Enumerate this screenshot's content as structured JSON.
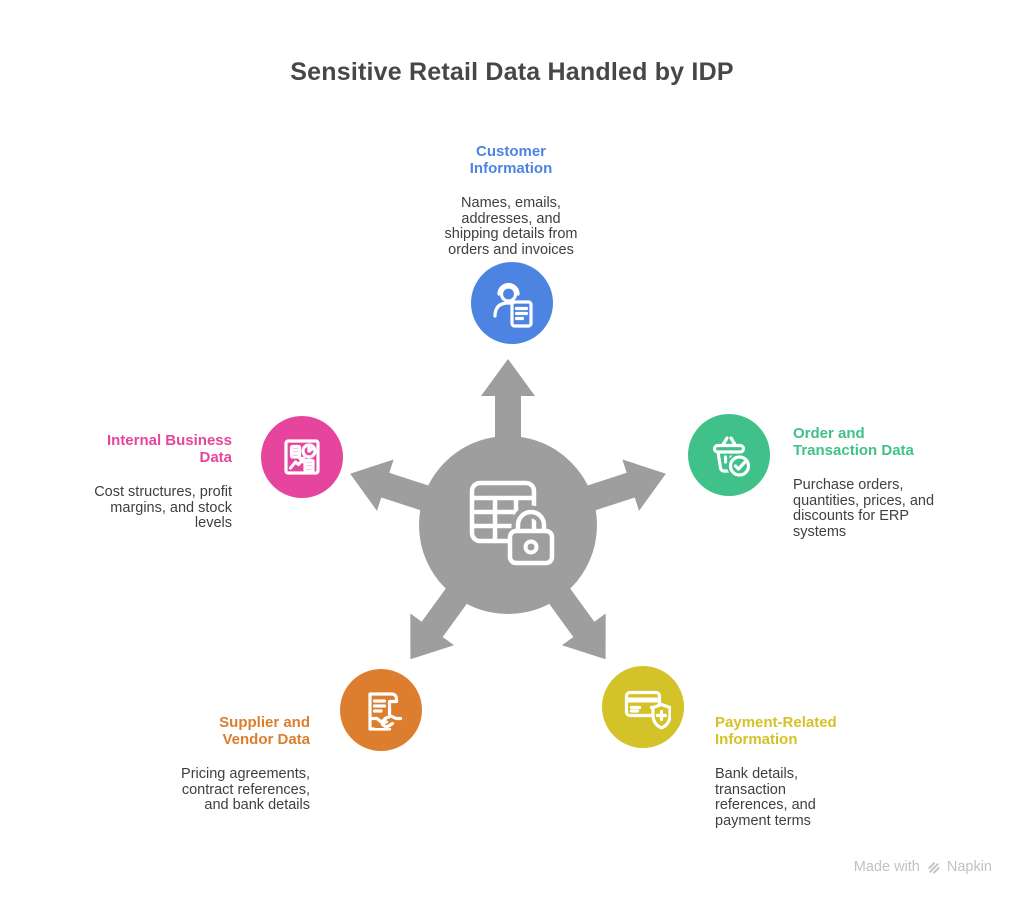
{
  "title": "Sensitive Retail Data Handled by IDP",
  "hub": {
    "color": "#9e9e9e",
    "icon": "data-table-lock-icon"
  },
  "nodes": {
    "customer": {
      "label_lines": [
        "Customer",
        "Information"
      ],
      "desc_lines": [
        "Names, emails,",
        "addresses, and",
        "shipping details from",
        "orders and invoices"
      ],
      "color": "#4d84e2",
      "icon": "person-document-icon",
      "position": "top"
    },
    "internal": {
      "label_lines": [
        "Internal Business",
        "Data"
      ],
      "desc_lines": [
        "Cost structures, profit",
        "margins, and stock",
        "levels"
      ],
      "color": "#e5459d",
      "icon": "dashboard-charts-icon",
      "position": "left"
    },
    "order": {
      "label_lines": [
        "Order and",
        "Transaction Data"
      ],
      "desc_lines": [
        "Purchase orders,",
        "quantities, prices, and",
        "discounts for ERP",
        "systems"
      ],
      "color": "#3fc189",
      "icon": "basket-check-icon",
      "position": "right"
    },
    "supplier": {
      "label_lines": [
        "Supplier and",
        "Vendor Data"
      ],
      "desc_lines": [
        "Pricing agreements,",
        "contract references,",
        "and bank details"
      ],
      "color": "#dc7e2e",
      "icon": "contract-handshake-icon",
      "position": "bottom-left"
    },
    "payment": {
      "label_lines": [
        "Payment-Related",
        "Information"
      ],
      "desc_lines": [
        "Bank details,",
        "transaction",
        "references, and",
        "payment terms"
      ],
      "color": "#d3c228",
      "icon": "card-shield-icon",
      "position": "bottom-right"
    }
  },
  "footer": {
    "made_with": "Made with",
    "brand": "Napkin"
  }
}
